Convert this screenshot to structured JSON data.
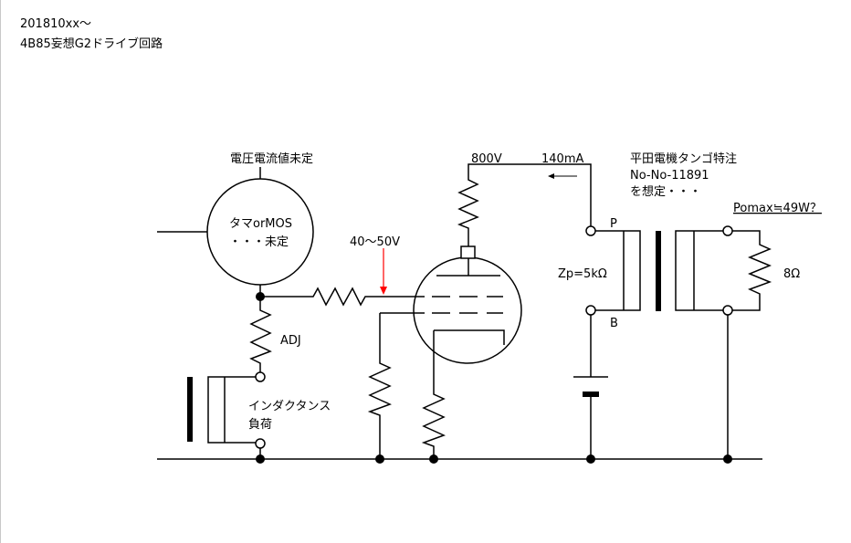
{
  "header": {
    "date_line": "201810xx～",
    "title": "4B85妄想G2ドライブ回路"
  },
  "labels": {
    "driver_note": "電圧電流値未定",
    "driver_name": "タマorMOS",
    "driver_status": "・・・未定",
    "grid_voltage": "40～50V",
    "plate_voltage": "800V",
    "plate_current": "140mA",
    "transformer_maker": "平田電機タンゴ特注",
    "transformer_model": "No-No-11891",
    "transformer_note": "を想定・・・",
    "output_power": "Pomax≒49W？",
    "primary_p": "P",
    "primary_impedance": "Zp=5kΩ",
    "primary_b": "B",
    "load": "8Ω",
    "adj": "ADJ",
    "inductance_load_1": "インダクタンス",
    "inductance_load_2": "負荷"
  },
  "colors": {
    "voltage_label": "#ff0000",
    "power_label": "#cc33cc",
    "line": "#000000"
  }
}
